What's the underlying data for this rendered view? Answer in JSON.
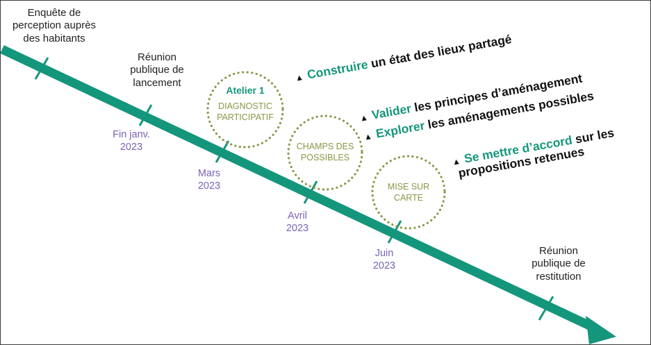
{
  "colors": {
    "arrow": "#14967c",
    "tick": "#14967c",
    "circle_dots": "#8c9646",
    "date_text": "#7b63b5",
    "keyword": "#14967c",
    "body_text": "#111111"
  },
  "events": {
    "e1": {
      "line1": "Enquête de",
      "line2": "perception auprès",
      "line3": "des habitants"
    },
    "e2": {
      "line1": "Réunion",
      "line2": "publique de",
      "line3": "lancement"
    },
    "e3": {
      "line1": "Réunion",
      "line2": "publique de",
      "line3": "restitution"
    }
  },
  "dates": {
    "d1": {
      "line1": "Fin janv.",
      "line2": "2023"
    },
    "d2": {
      "line1": "Mars",
      "line2": "2023"
    },
    "d3": {
      "line1": "Avril",
      "line2": "2023"
    },
    "d4": {
      "line1": "Juin",
      "line2": "2023"
    }
  },
  "ateliers": {
    "a1": {
      "title": "Atelier 1",
      "line1": "DIAGNOSTIC",
      "line2": "PARTICIPATIF"
    },
    "a2": {
      "line1": "CHAMPS DES",
      "line2": "POSSIBLES"
    },
    "a3": {
      "line1": "MISE SUR",
      "line2": "CARTE"
    }
  },
  "objectives": {
    "o1": {
      "keyword": "Construire",
      "text": " un état des lieux partagé"
    },
    "o2": {
      "keyword": "Valider",
      "text": " les principes d’aménagement"
    },
    "o3": {
      "keyword": "Explorer",
      "text": " les aménagements possibles"
    },
    "o4": {
      "keyword": "Se mettre d’accord",
      "text": " sur les",
      "line2": "propositions retenues"
    }
  },
  "icons": {
    "bullet": "triangle-up-icon"
  }
}
